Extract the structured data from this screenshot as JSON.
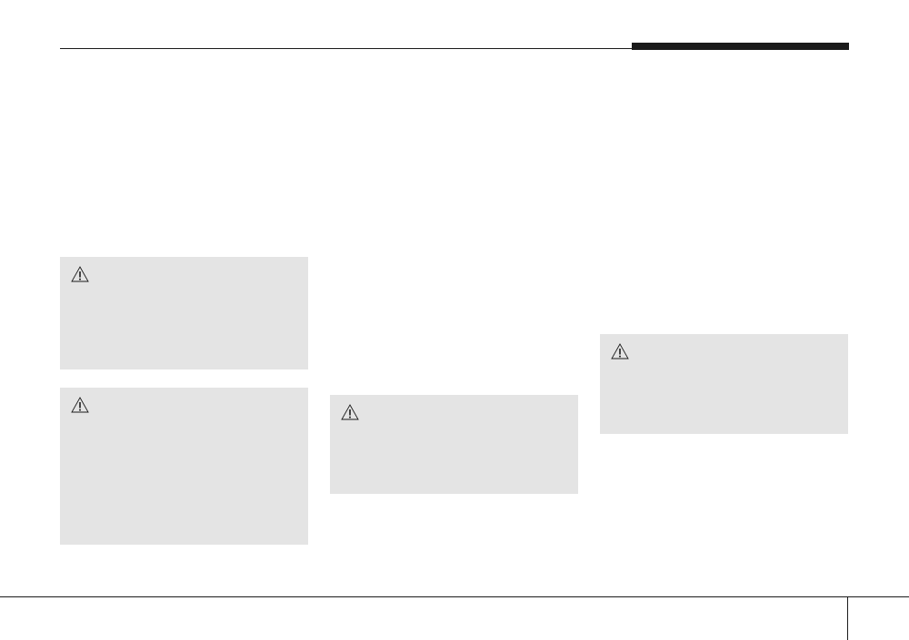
{
  "header": {
    "rule_color": "#1a1a1a",
    "tab_color": "#1a1a1a"
  },
  "warning_boxes": [
    {
      "id": "warning-1",
      "icon": "warning-triangle-icon"
    },
    {
      "id": "warning-2",
      "icon": "warning-triangle-icon"
    },
    {
      "id": "warning-3",
      "icon": "warning-triangle-icon"
    },
    {
      "id": "warning-4",
      "icon": "warning-triangle-icon"
    }
  ],
  "colors": {
    "box_background": "#e4e4e4",
    "line": "#1a1a1a"
  }
}
